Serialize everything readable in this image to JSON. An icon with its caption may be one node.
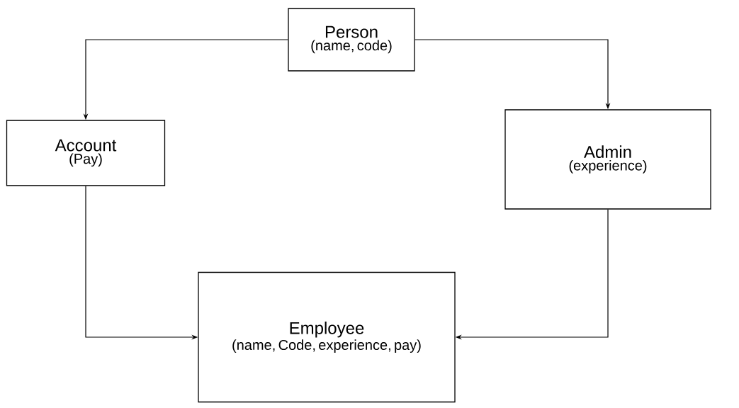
{
  "diagram": {
    "nodes": [
      {
        "text": [
          "Person",
          "(name, code)"
        ]
      },
      {
        "text": [
          "Account",
          "(Pay)"
        ]
      },
      {
        "text": [
          "Admin",
          "(experience)"
        ]
      },
      {
        "text": [
          "Employee",
          "(name, Code, experience, pay)"
        ]
      }
    ],
    "edges": [
      {
        "from": 0,
        "to": 1,
        "arrow": "to"
      },
      {
        "from": 0,
        "to": 2,
        "arrow": "to"
      },
      {
        "from": 1,
        "to": 3,
        "arrow": "to"
      },
      {
        "from": 2,
        "to": 3,
        "arrow": "to"
      }
    ]
  }
}
